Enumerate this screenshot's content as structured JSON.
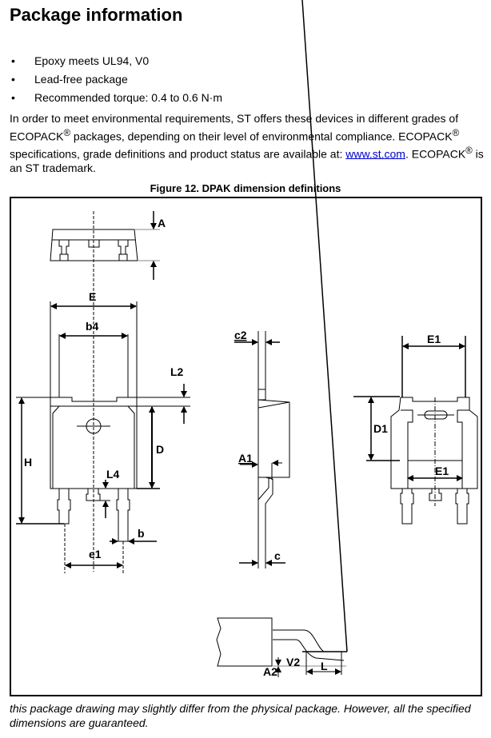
{
  "heading": "Package information",
  "bullets": [
    "Epoxy meets UL94, V0",
    "Lead-free package",
    "Recommended torque: 0.4 to 0.6 N·m"
  ],
  "bullet_symbol": "•",
  "paragraph": {
    "part1": "In order to meet environmental requirements, ST offers these devices in different grades of ECOPACK",
    "reg": "®",
    "part2": " packages, depending on their level of environmental compliance. ECOPACK",
    "part3": " specifications, grade definitions and product status are available at: ",
    "link": "www.st.com",
    "part4": ". ECOPACK",
    "part5": " is an ST trademark."
  },
  "figure": {
    "caption": "Figure 12. DPAK dimension definitions",
    "labels": {
      "A": "A",
      "E": "E",
      "b4": "b4",
      "L2": "L2",
      "H": "H",
      "D": "D",
      "L4": "L4",
      "b": "b",
      "e1": "e1",
      "c2": "c2",
      "A1": "A1",
      "c": "c",
      "E1_top": "E1",
      "D1": "D1",
      "E1_inner": "E1",
      "V2": "V2",
      "A2": "A2",
      "L": "L"
    }
  },
  "footer": "this package drawing may slightly differ from the physical package. However, all the specified dimensions are guaranteed."
}
